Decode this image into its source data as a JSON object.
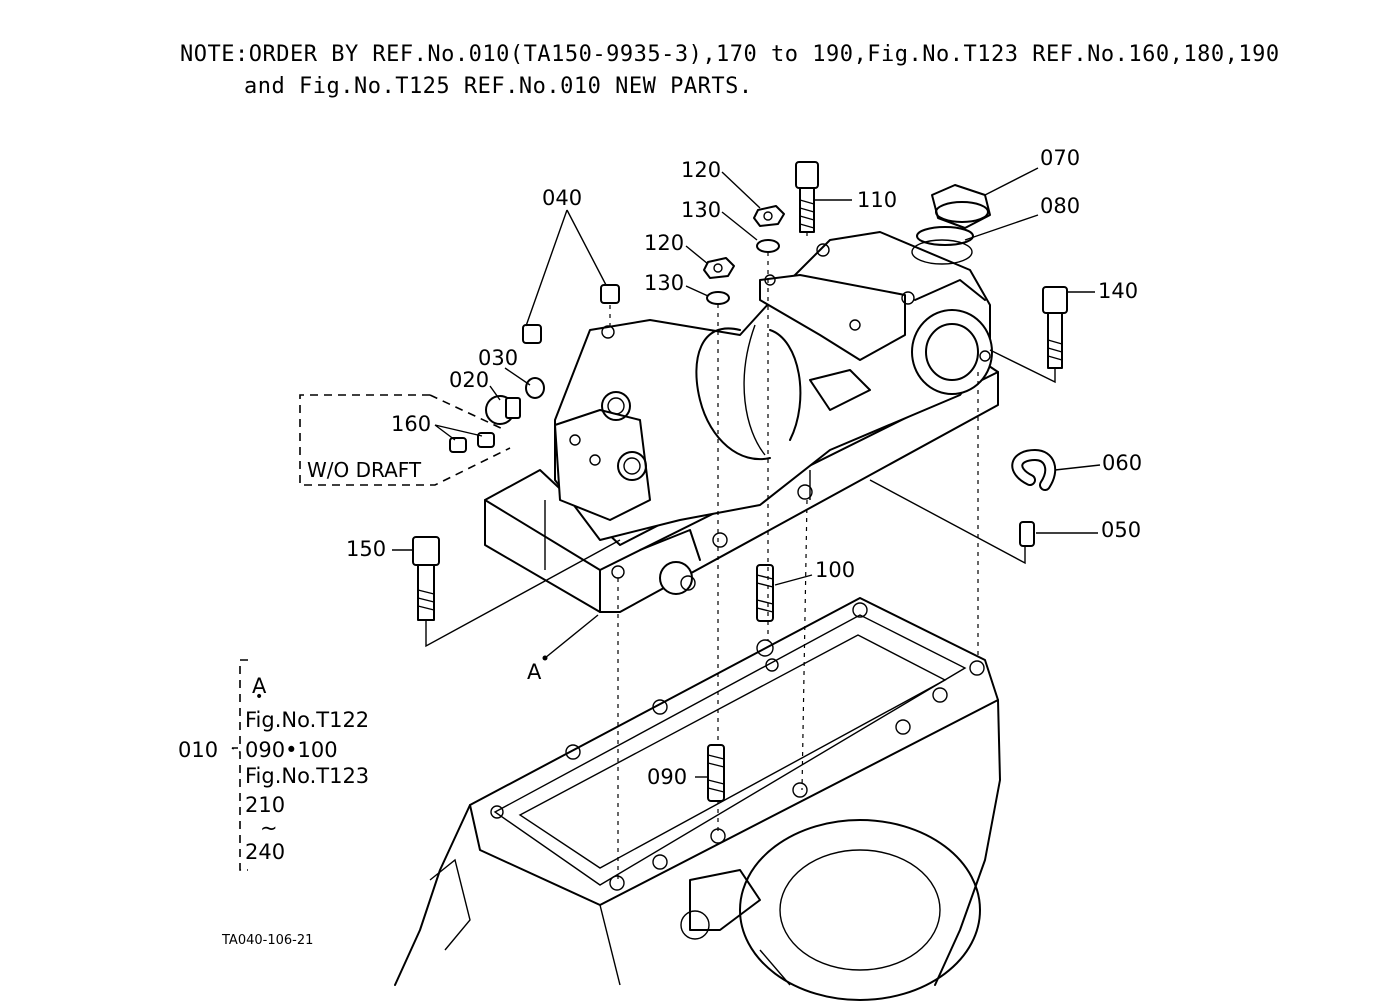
{
  "note": {
    "line1": "NOTE:ORDER BY REF.No.010(TA150-9935-3),170 to 190,Fig.No.T123 REF.No.160,180,190",
    "line2": "and Fig.No.T125 REF.No.010 NEW PARTS."
  },
  "callouts": {
    "c070": "070",
    "c080": "080",
    "c120a": "120",
    "c130a": "130",
    "c110": "110",
    "c120b": "120",
    "c130b": "130",
    "c040": "040",
    "c140": "140",
    "c030": "030",
    "c020": "020",
    "c160": "160",
    "c060": "060",
    "c050": "050",
    "c100": "100",
    "c150": "150",
    "c090": "090",
    "cA": "A",
    "wo_draft": "W/O DRAFT"
  },
  "assembly_group": {
    "ref": "010",
    "items": [
      "A",
      "•",
      "Fig.No.T122",
      "090•100",
      "Fig.No.T123",
      "210",
      "~",
      "240"
    ]
  },
  "drawing_code": "TA040-106-21"
}
